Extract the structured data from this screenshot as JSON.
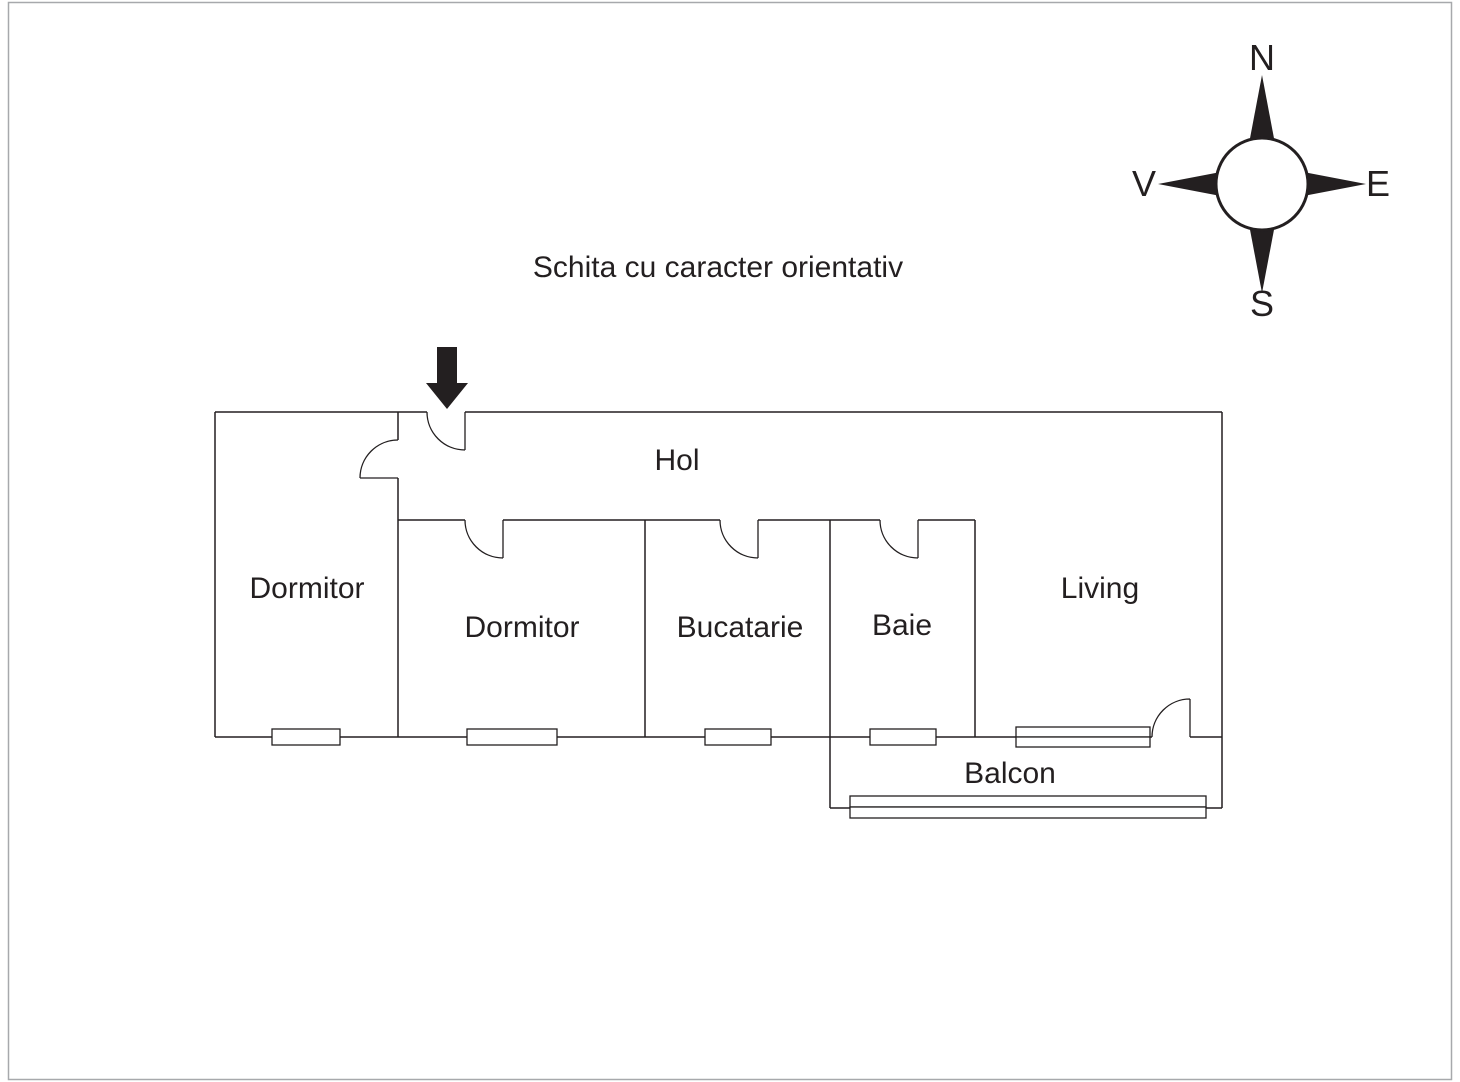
{
  "page": {
    "title": "Schita cu caracter orientativ"
  },
  "compass": {
    "north": "N",
    "east": "E",
    "south": "S",
    "west": "V"
  },
  "floor_plan": {
    "rooms": {
      "hol": "Hol",
      "dormitor_1": "Dormitor",
      "dormitor_2": "Dormitor",
      "bucatarie": "Bucatarie",
      "baie": "Baie",
      "living": "Living",
      "balcon": "Balcon"
    }
  },
  "colors": {
    "line": "#231f20",
    "background": "#ffffff",
    "page_border": "#a7a9ac"
  }
}
